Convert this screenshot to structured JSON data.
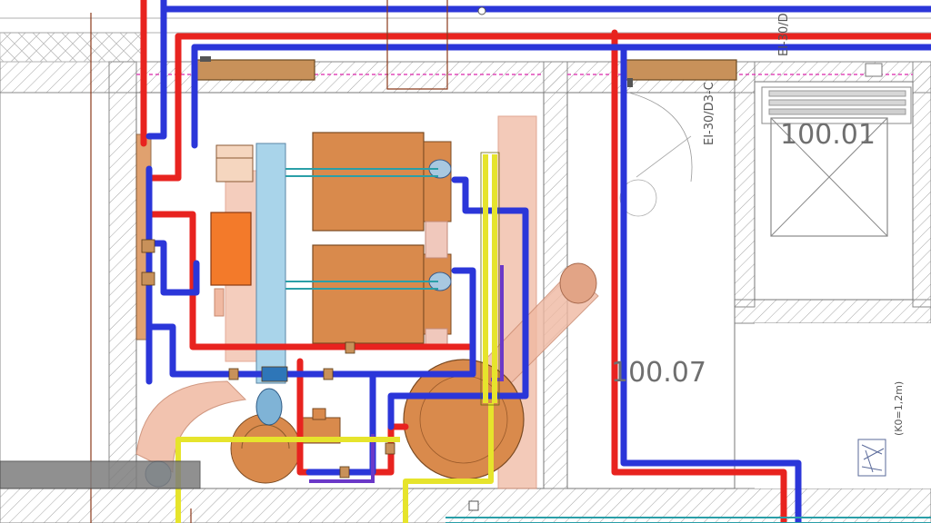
{
  "rooms": [
    {
      "label": "100.01"
    },
    {
      "label": "100.07"
    }
  ],
  "door_labels": [
    "EI-30/D3-C",
    "EI-30/D"
  ],
  "height_note": "(K0=1,2m)",
  "colors": {
    "hot_pipe": "#e8231f",
    "cold_pipe": "#2b36d9",
    "gas_pipe": "#e6e42c",
    "drain_pipe": "#6b38c8",
    "equipment": "#d98a4c",
    "flue": "#f0b9a2",
    "duct_light": "#a9d4ea",
    "wall_hatch": "#9a9a9a"
  }
}
